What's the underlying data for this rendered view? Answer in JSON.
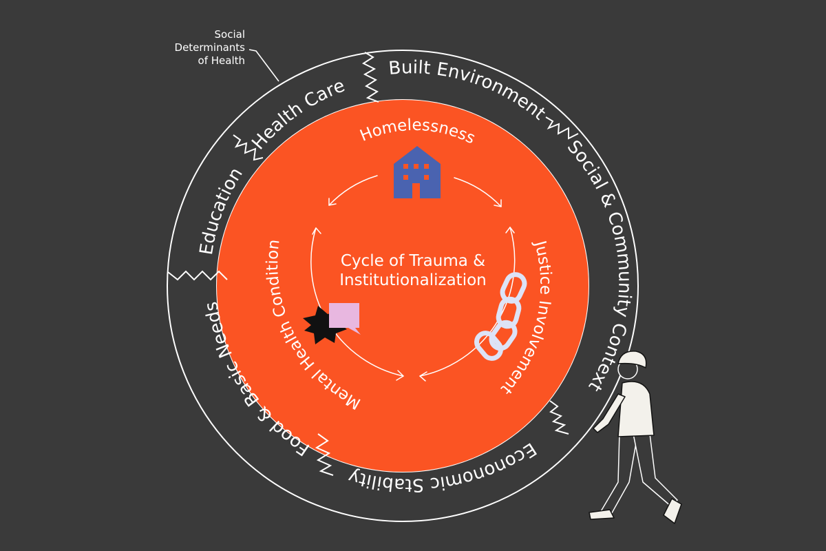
{
  "annotation": {
    "lines": [
      "Social",
      "Determinants",
      "of Health"
    ]
  },
  "outer_ring": {
    "segments": [
      "Built Environment",
      "Social & Community Context",
      "Econonomic Stability",
      "Food & Basic Needs",
      "Education",
      "Health Care"
    ]
  },
  "inner_cycle": {
    "stages": [
      "Homelessness",
      "Justice Involvement",
      "Mental Health Condition"
    ],
    "center_lines": [
      "Cycle of Trauma &",
      "Institutionalization"
    ]
  },
  "colors": {
    "background": "#3a3a3a",
    "inner_circle": "#fb5423",
    "house": "#4a63b0",
    "chain": "#dde3f6",
    "speech_bubble": "#e8b7e0",
    "burst": "#111111",
    "lines": "#ffffff"
  },
  "icons": [
    "house-icon",
    "chain-icon",
    "speech-bubble-icon",
    "burst-icon",
    "walking-person-figure"
  ]
}
